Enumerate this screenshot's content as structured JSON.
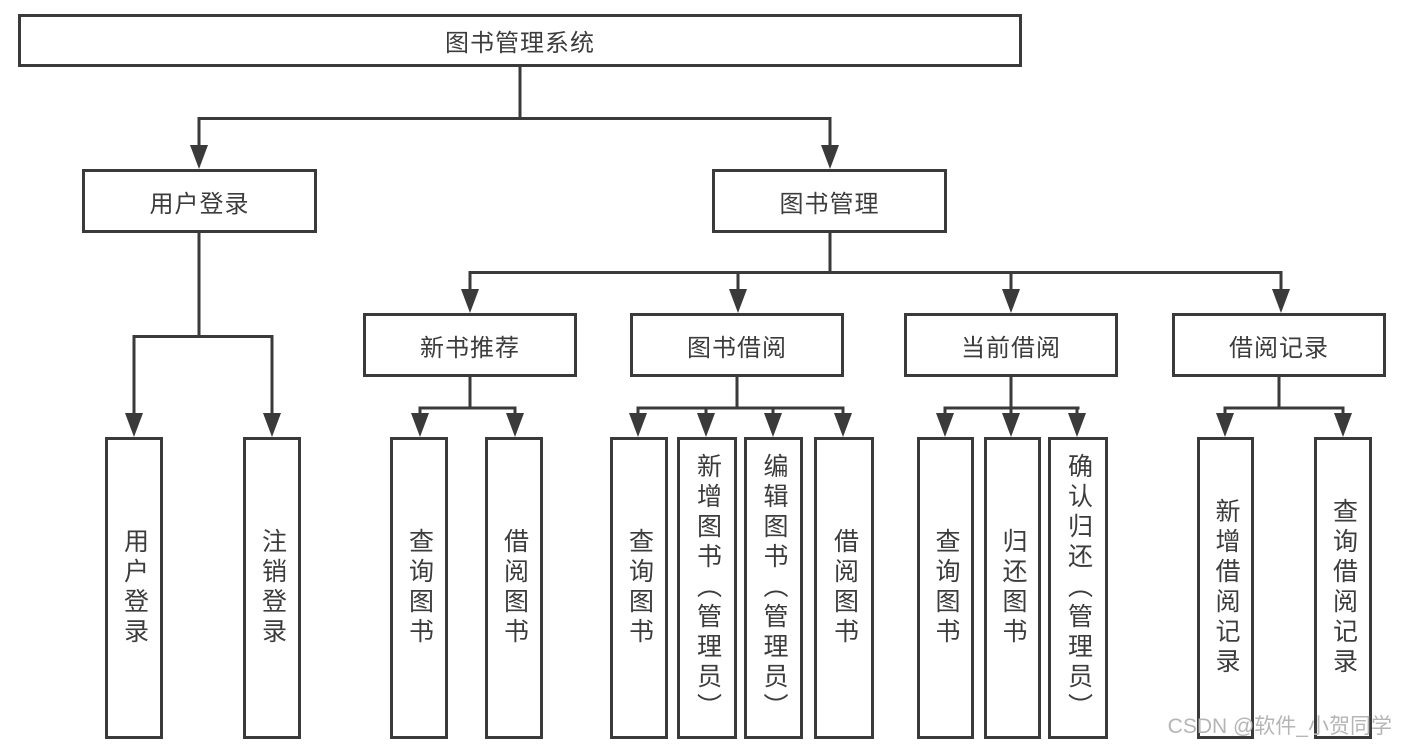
{
  "diagram": {
    "root": {
      "label": "图书管理系统"
    },
    "level2": [
      {
        "label": "用户登录",
        "children": [
          {
            "label": "用户登录"
          },
          {
            "label": "注销登录"
          }
        ]
      },
      {
        "label": "图书管理",
        "children": [
          {
            "label": "新书推荐",
            "children": [
              {
                "label": "查询图书"
              },
              {
                "label": "借阅图书"
              }
            ]
          },
          {
            "label": "图书借阅",
            "children": [
              {
                "label": "查询图书"
              },
              {
                "label": "新增图书（管理员）"
              },
              {
                "label": "编辑图书（管理员）"
              },
              {
                "label": "借阅图书"
              }
            ]
          },
          {
            "label": "当前借阅",
            "children": [
              {
                "label": "查询图书"
              },
              {
                "label": "归还图书"
              },
              {
                "label": "确认归还（管理员）"
              }
            ]
          },
          {
            "label": "借阅记录",
            "children": [
              {
                "label": "新增借阅记录"
              },
              {
                "label": "查询借阅记录"
              }
            ]
          }
        ]
      }
    ]
  },
  "colors": {
    "line": "#3a3a3a",
    "text": "#3c3c3c",
    "watermark": "#b5b5b5"
  },
  "watermark": {
    "text": "CSDN @软件_小贺同学"
  }
}
